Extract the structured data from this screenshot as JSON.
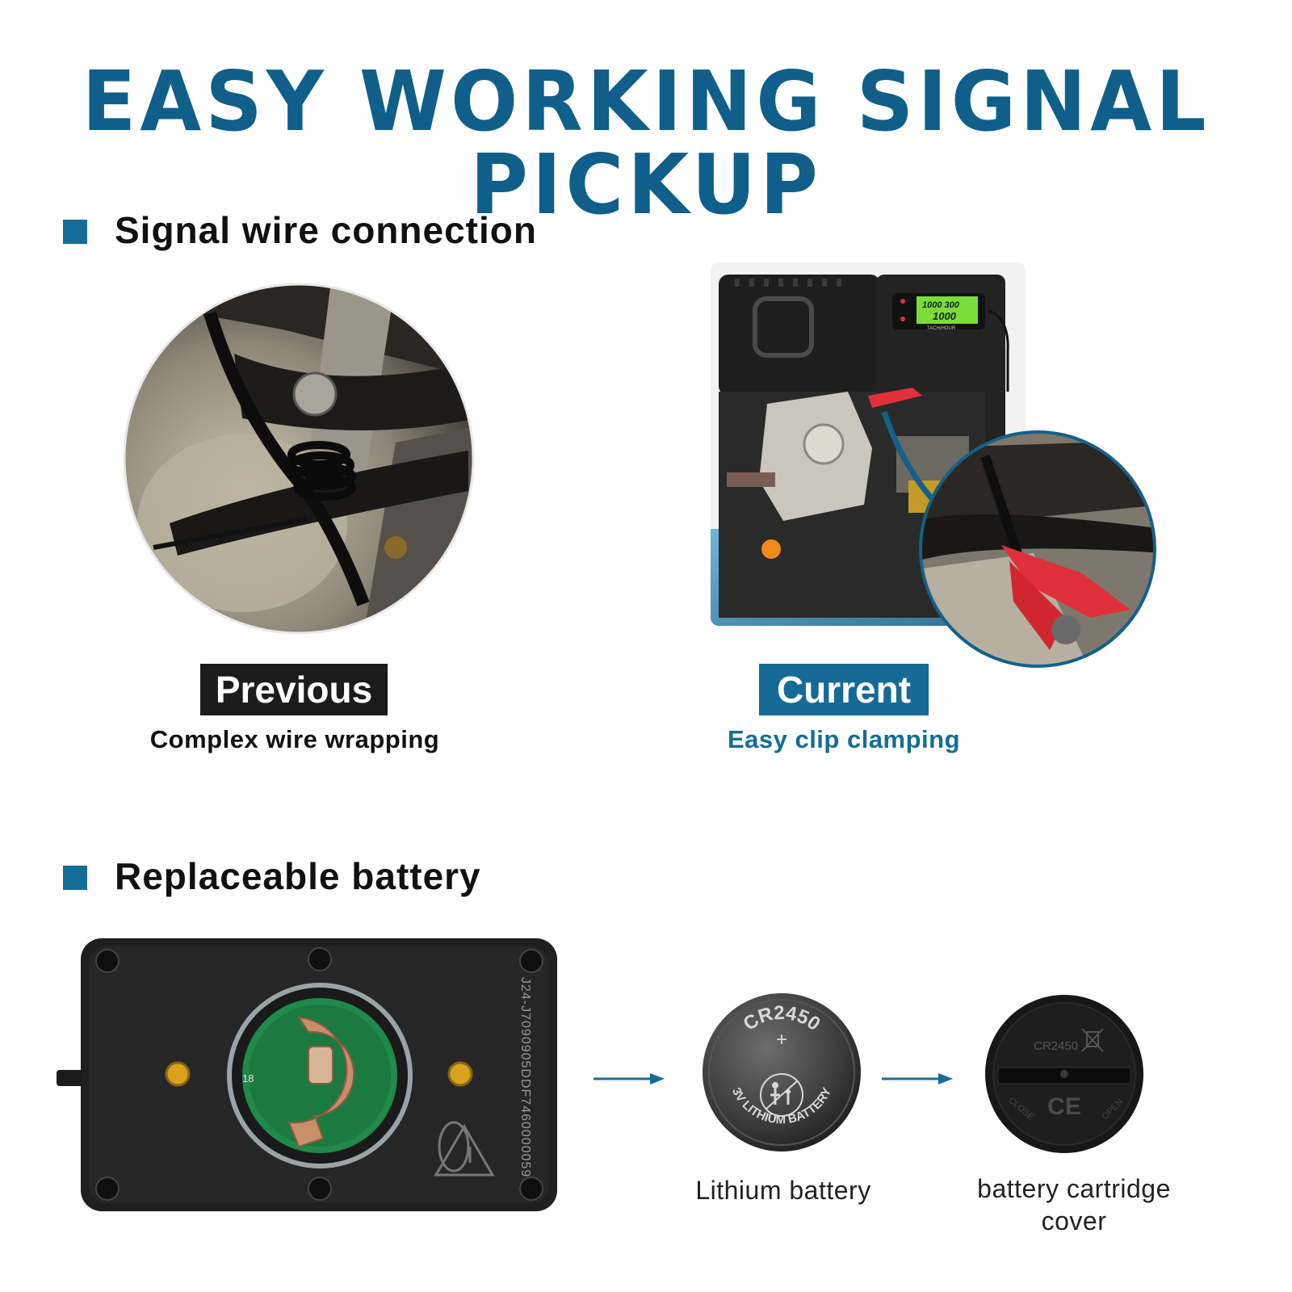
{
  "header": {
    "title": "EASY WORKING SIGNAL PICKUP"
  },
  "section_signal": {
    "heading": "Signal wire connection",
    "previous": {
      "tag": "Previous",
      "caption": "Complex wire wrapping"
    },
    "current": {
      "tag": "Current",
      "caption": "Easy clip clamping"
    },
    "meter_display": {
      "row1": "1000 300",
      "row2": "1000",
      "label": "TACH/HOUR"
    }
  },
  "section_battery": {
    "heading": "Replaceable battery",
    "device_serial": "J24-J7090905DDF7460000059",
    "pcb_marking": "18",
    "battery_face": {
      "model": "CR2450",
      "plus": "+",
      "voltage_text": "3V LITHIUM BATTERY"
    },
    "cover_face": {
      "model": "CR2450",
      "close": "CLOSE",
      "open": "OPEN",
      "mark": "CE"
    },
    "caption_battery": "Lithium battery",
    "caption_cover_line1": "battery cartridge",
    "caption_cover_line2": "cover"
  },
  "colors": {
    "brand_blue": "#146d98",
    "title_blue": "#0f5f8a",
    "dark_tag": "#1c1c1c",
    "clip_red": "#e0303a",
    "lcd_green": "#7bdc3a"
  }
}
